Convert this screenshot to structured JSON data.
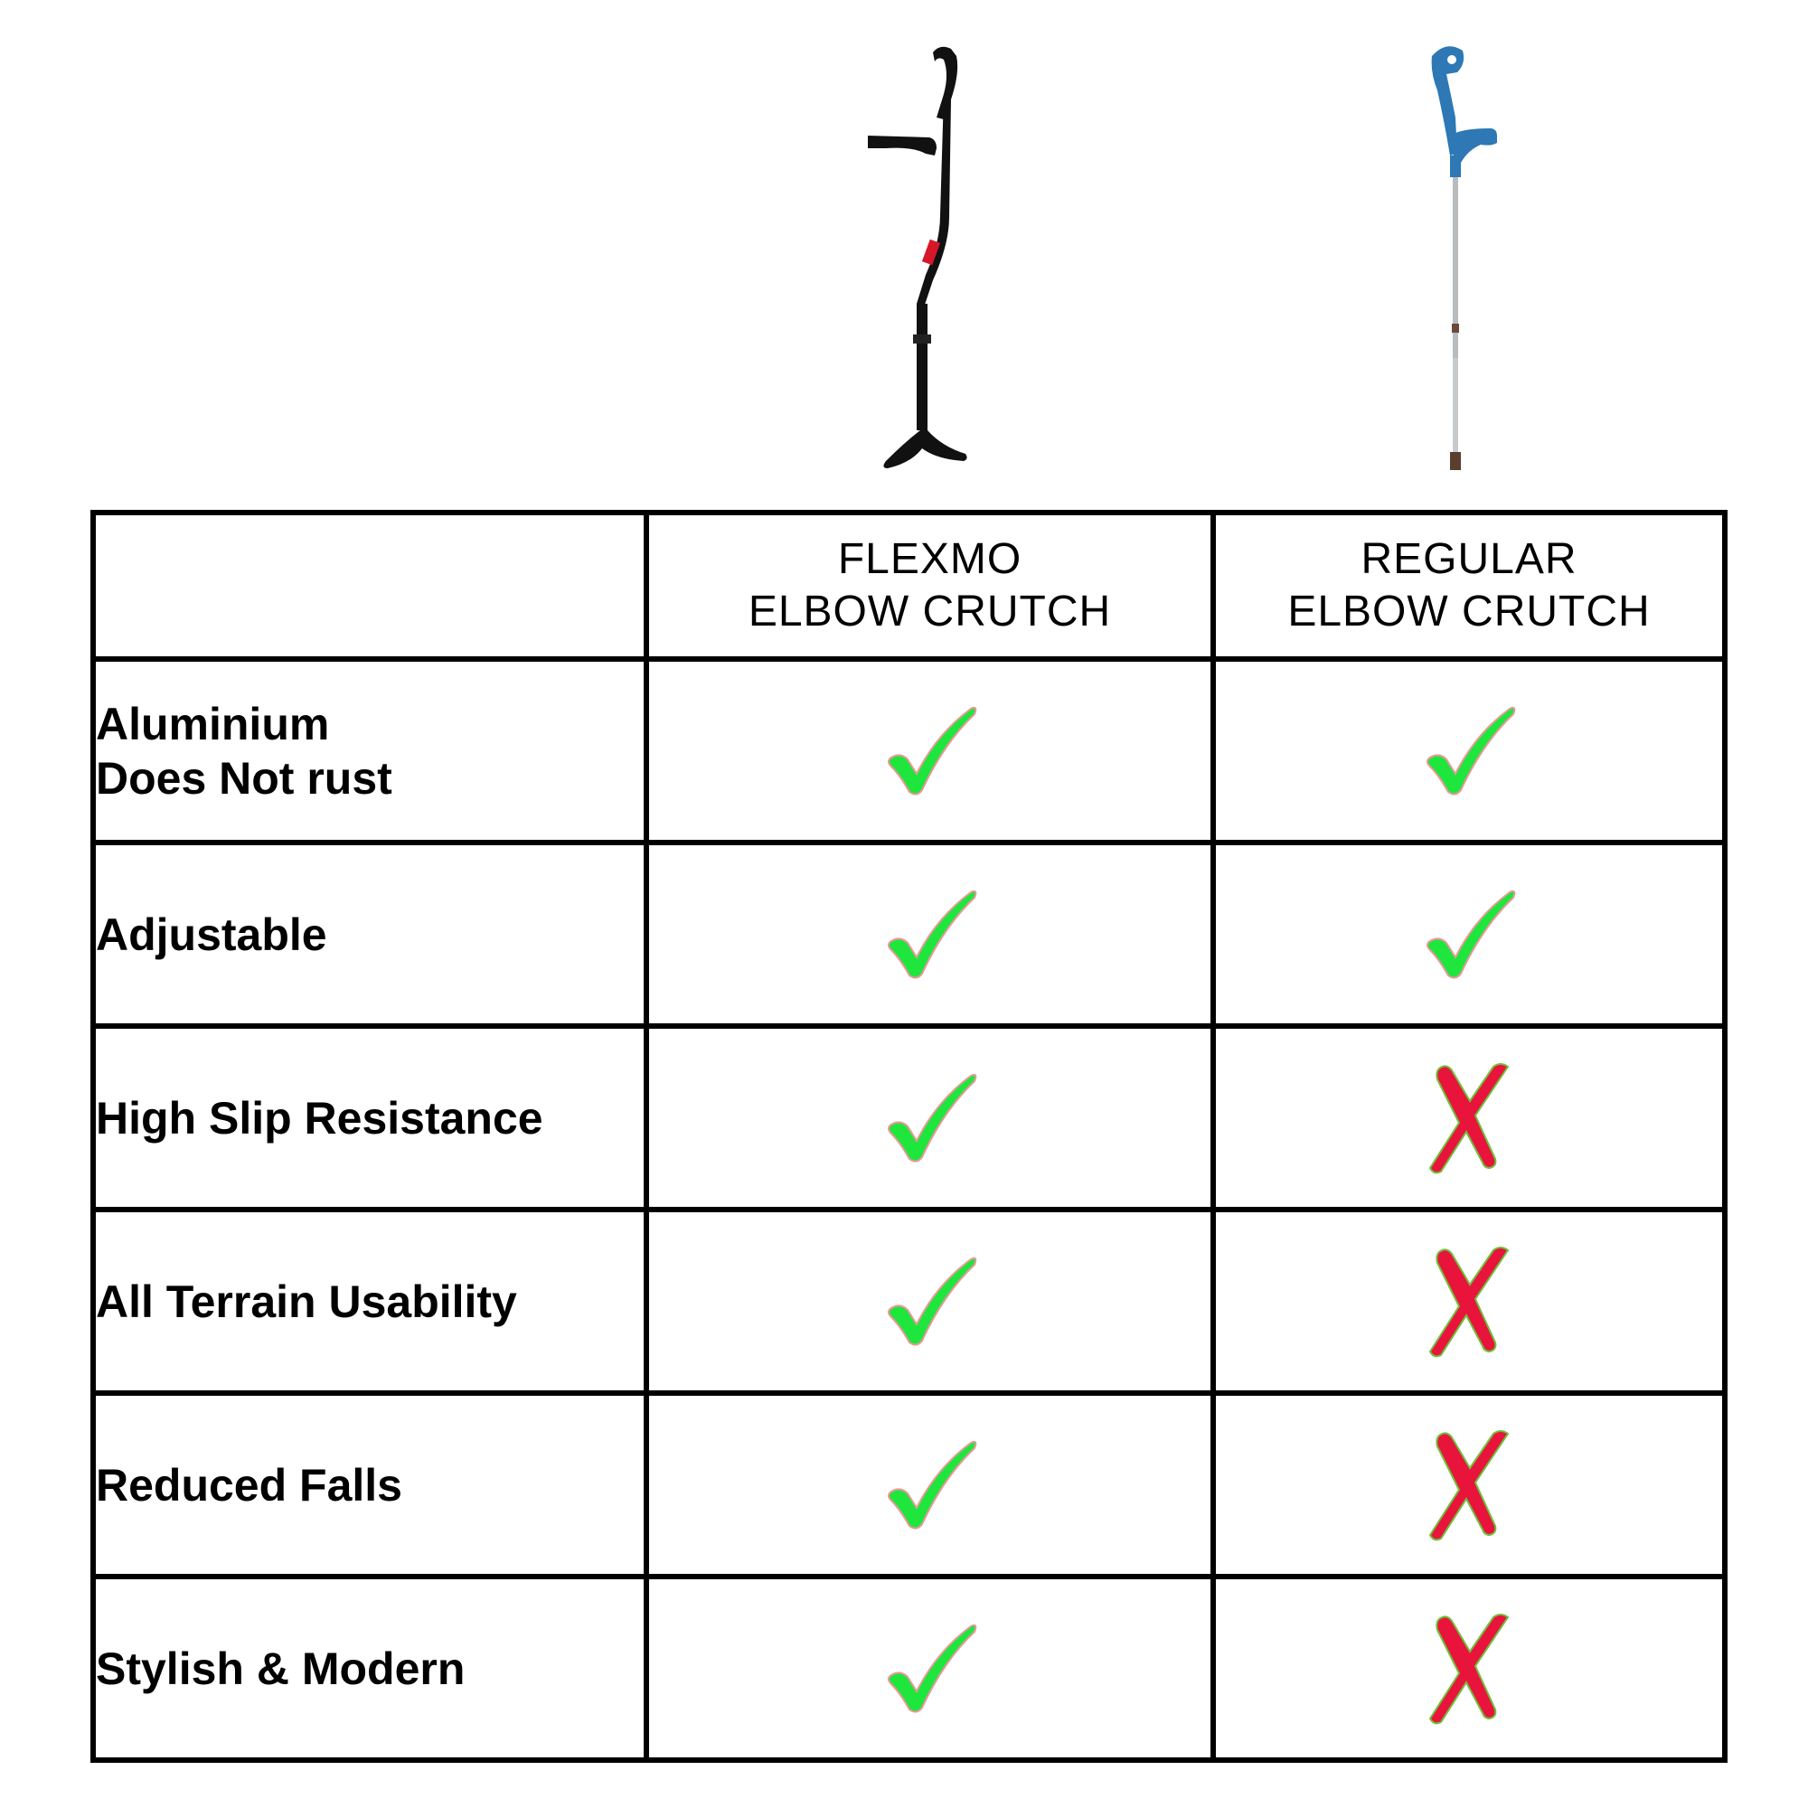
{
  "products": [
    {
      "id": "flexmo",
      "title_line1": "FLEXMO",
      "title_line2": "ELBOW CRUTCH",
      "image_icon": "flexmo-crutch-image",
      "colors": {
        "frame": "#111111",
        "accent": "#d6172a"
      }
    },
    {
      "id": "regular",
      "title_line1": "REGULAR",
      "title_line2": "ELBOW CRUTCH",
      "image_icon": "regular-crutch-image",
      "colors": {
        "cuff": "#2d78b5",
        "shaft": "#b9bcbf",
        "tip": "#6b4a3a"
      }
    }
  ],
  "features": [
    {
      "label_line1": "Aluminium",
      "label_line2": "Does Not rust",
      "flexmo": true,
      "regular": true
    },
    {
      "label_line1": "Adjustable",
      "label_line2": "",
      "flexmo": true,
      "regular": true
    },
    {
      "label_line1": "High Slip Resistance",
      "label_line2": "",
      "flexmo": true,
      "regular": false
    },
    {
      "label_line1": "All Terrain Usability",
      "label_line2": "",
      "flexmo": true,
      "regular": false
    },
    {
      "label_line1": "Reduced Falls",
      "label_line2": "",
      "flexmo": true,
      "regular": false
    },
    {
      "label_line1": "Stylish & Modern",
      "label_line2": "",
      "flexmo": true,
      "regular": false
    }
  ],
  "icons": {
    "yes": "check-mark-icon",
    "no": "cross-mark-icon"
  },
  "colors": {
    "check": "#1ee63c",
    "check_outline": "#e89898",
    "cross": "#e8143c",
    "cross_outline": "#6fbf3a",
    "grid": "#000000"
  }
}
